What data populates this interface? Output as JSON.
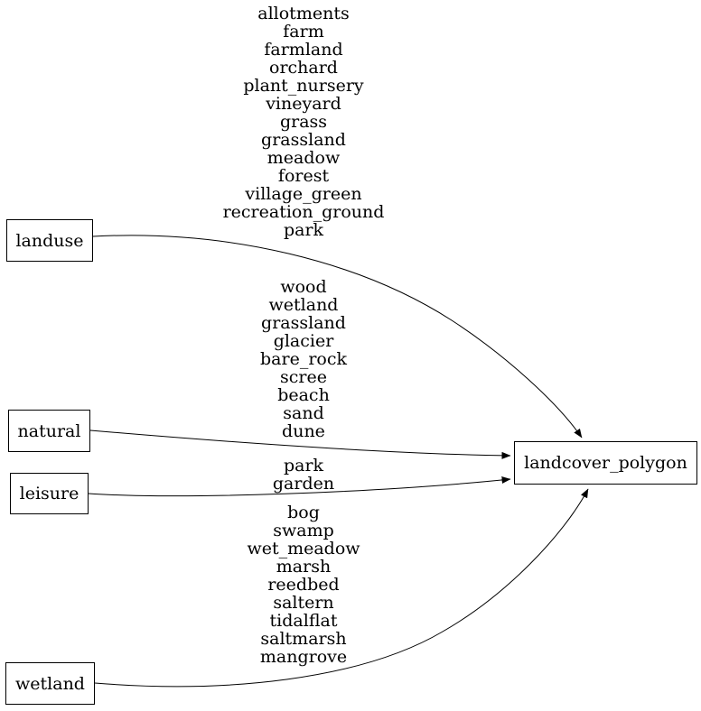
{
  "diagram": {
    "background_color": "#ffffff",
    "stroke_color": "#000000",
    "text_color": "#000000",
    "nodes": {
      "landuse": {
        "label": "landuse"
      },
      "natural": {
        "label": "natural"
      },
      "leisure": {
        "label": "leisure"
      },
      "wetland": {
        "label": "wetland"
      },
      "landcover": {
        "label": "landcover_polygon"
      }
    },
    "edges": {
      "landuse_to_landcover": {
        "from": "landuse",
        "to": "landcover_polygon",
        "values": [
          "allotments",
          "farm",
          "farmland",
          "orchard",
          "plant_nursery",
          "vineyard",
          "grass",
          "grassland",
          "meadow",
          "forest",
          "village_green",
          "recreation_ground",
          "park"
        ]
      },
      "natural_to_landcover": {
        "from": "natural",
        "to": "landcover_polygon",
        "values": [
          "wood",
          "wetland",
          "grassland",
          "glacier",
          "bare_rock",
          "scree",
          "beach",
          "sand",
          "dune"
        ]
      },
      "leisure_to_landcover": {
        "from": "leisure",
        "to": "landcover_polygon",
        "values": [
          "park",
          "garden"
        ]
      },
      "wetland_to_landcover": {
        "from": "wetland",
        "to": "landcover_polygon",
        "values": [
          "bog",
          "swamp",
          "wet_meadow",
          "marsh",
          "reedbed",
          "saltern",
          "tidalflat",
          "saltmarsh",
          "mangrove"
        ]
      }
    }
  }
}
